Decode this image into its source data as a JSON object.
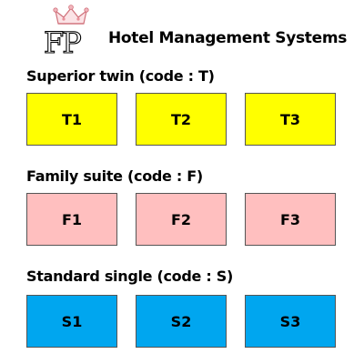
{
  "header": {
    "logo_icon": "fp-crown-logo-icon",
    "logo_text": "FP",
    "title": "Hotel Management Systems"
  },
  "colors": {
    "superior_twin": "#ffff00",
    "family_suite": "#ffbfbf",
    "standard_single": "#00a6ef"
  },
  "sections": [
    {
      "title": "Superior twin (code : T)",
      "rooms": [
        "T1",
        "T2",
        "T3"
      ]
    },
    {
      "title": "Family suite (code : F)",
      "rooms": [
        "F1",
        "F2",
        "F3"
      ]
    },
    {
      "title": "Standard single (code : S)",
      "rooms": [
        "S1",
        "S2",
        "S3"
      ]
    }
  ]
}
